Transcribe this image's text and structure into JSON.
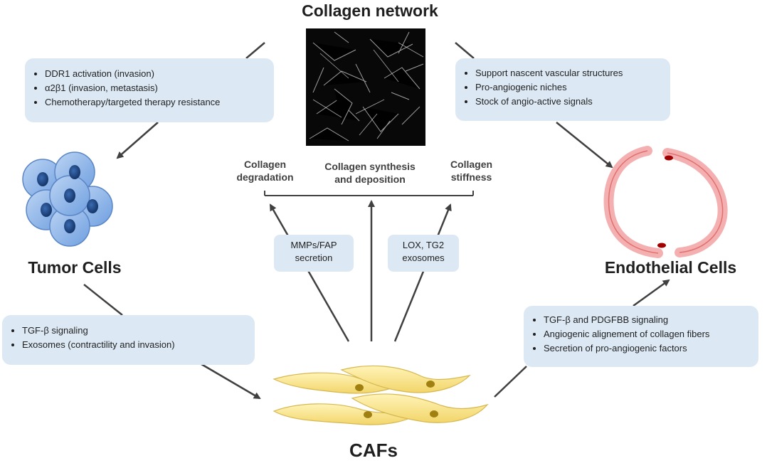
{
  "titles": {
    "collagen_network": "Collagen network",
    "tumor_cells": "Tumor Cells",
    "endothelial_cells": "Endothelial Cells",
    "cafs": "CAFs"
  },
  "boxes": {
    "tumor_collagen": [
      "DDR1 activation (invasion)",
      "α2β1 (invasion, metastasis)",
      "Chemotherapy/targeted therapy resistance"
    ],
    "endothelial_collagen": [
      "Support nascent vascular structures",
      "Pro-angiogenic niches",
      "Stock of angio-active signals"
    ],
    "tumor_caf": [
      "TGF-β signaling",
      "Exosomes  (contractility and invasion)"
    ],
    "caf_endothelial": [
      "TGF-β and PDGFBB signaling",
      "Angiogenic alignement of collagen fibers",
      "Secretion of pro-angiogenic factors"
    ]
  },
  "collagen_labels": {
    "degradation": [
      "Collagen",
      "degradation"
    ],
    "synthesis": [
      "Collagen synthesis",
      "and deposition"
    ],
    "stiffness": [
      "Collagen",
      "stiffness"
    ]
  },
  "small_boxes": {
    "mmps": [
      "MMPs/FAP",
      "secretion"
    ],
    "lox": [
      "LOX, TG2",
      "exosomes"
    ]
  }
}
